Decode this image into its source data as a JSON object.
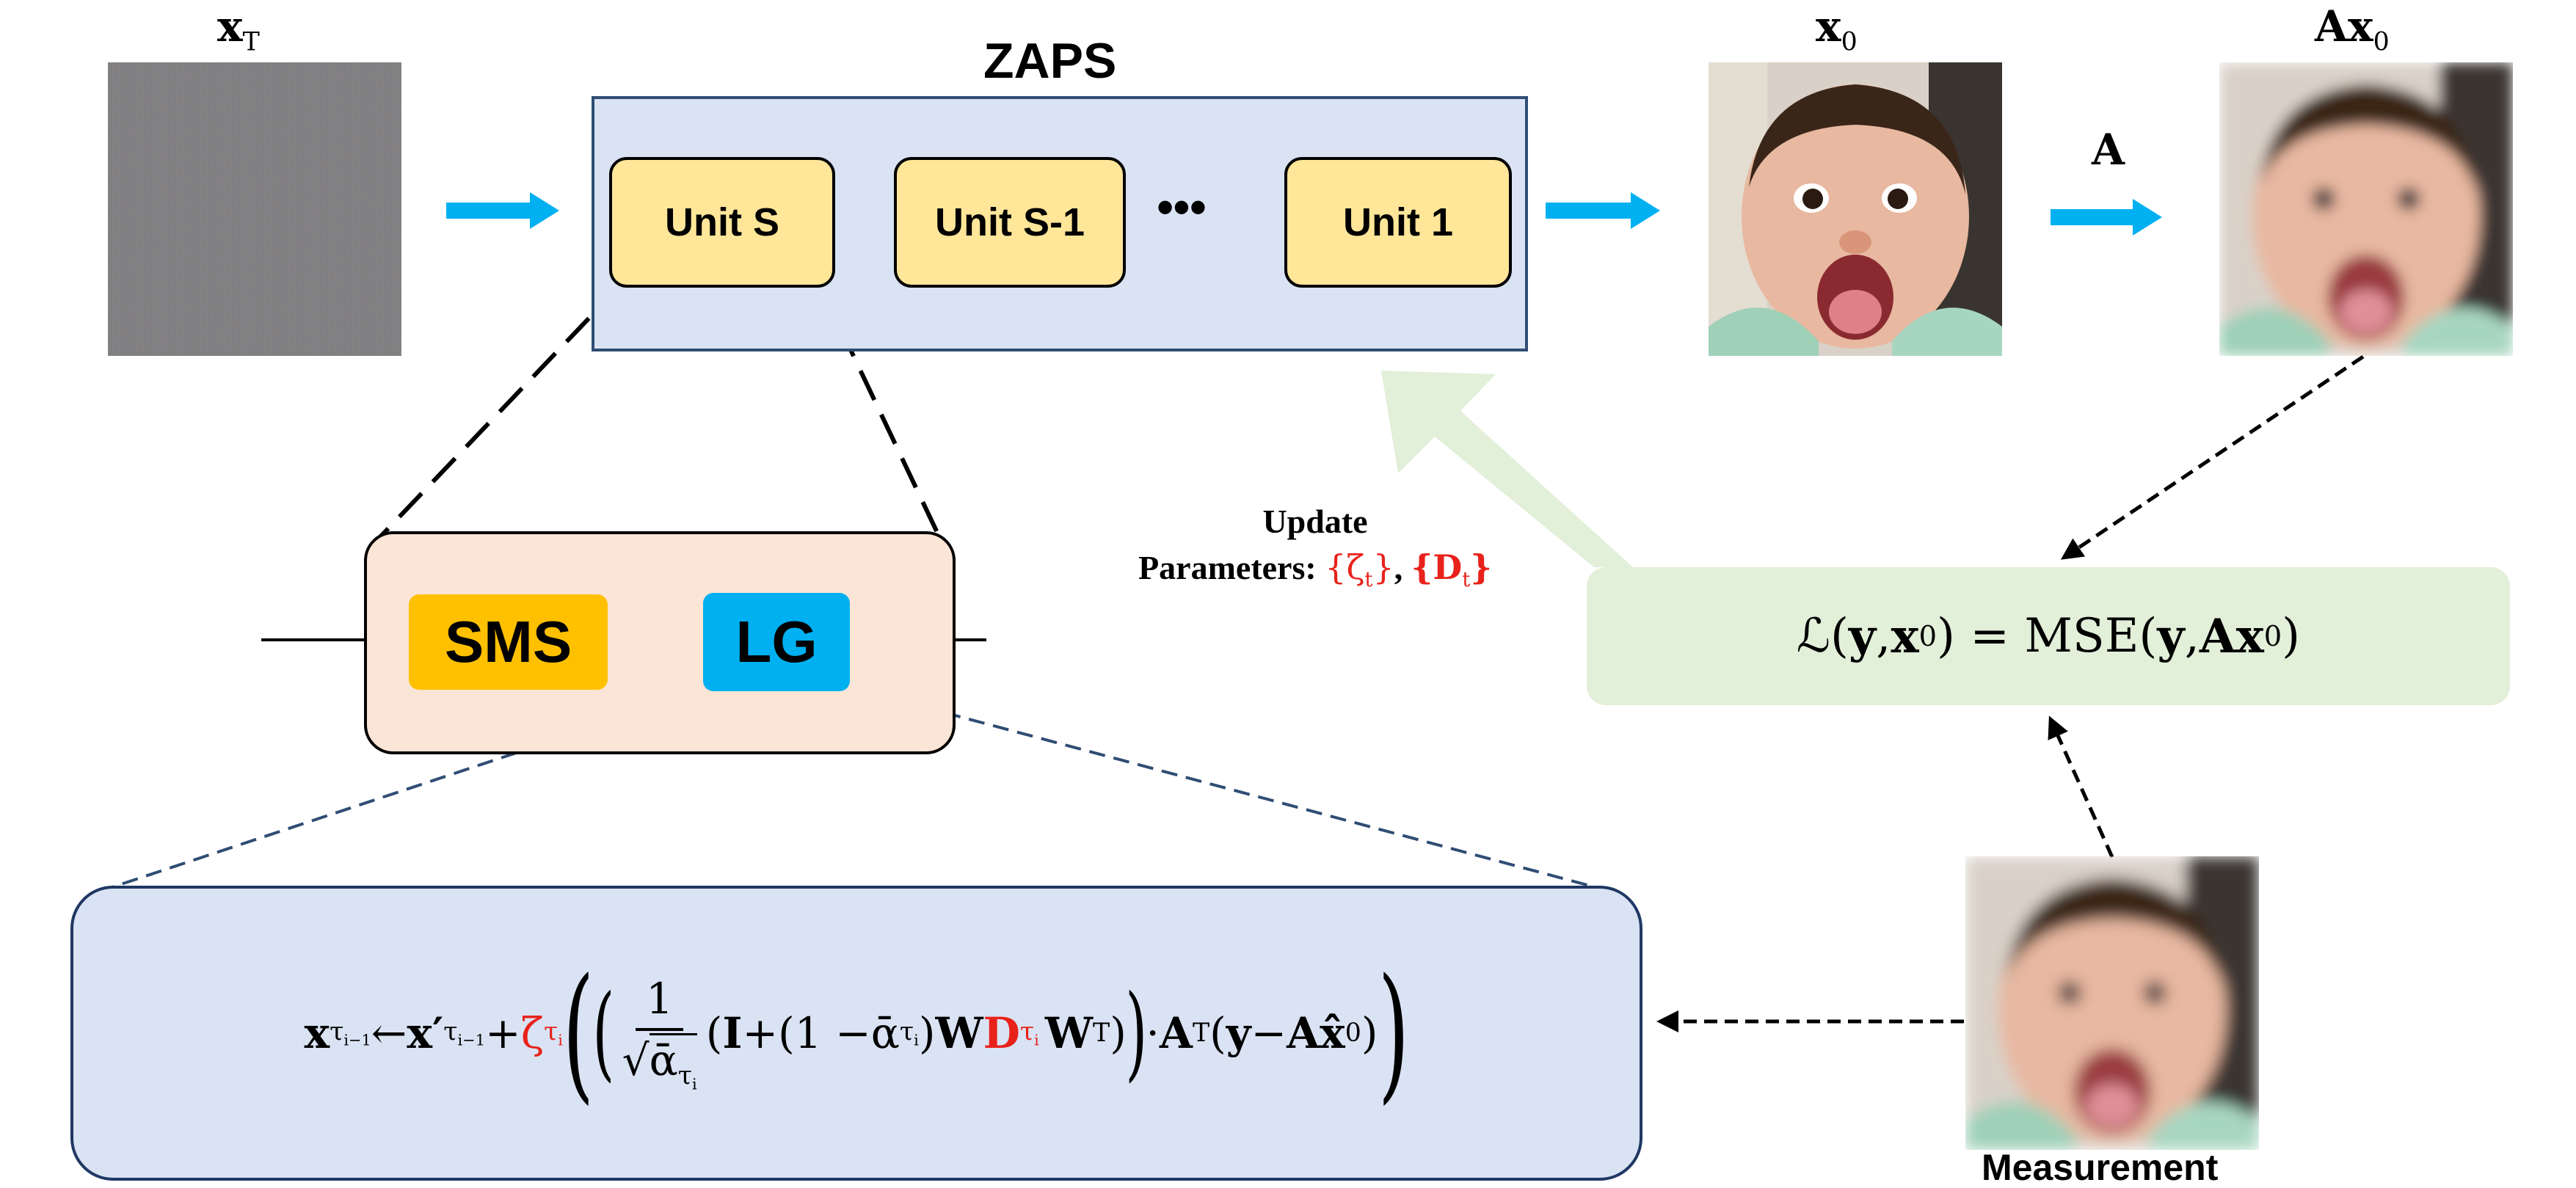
{
  "labels": {
    "x_T": "x",
    "x_T_sub": "T",
    "zaps_title": "ZAPS",
    "x_0": "x",
    "x_0_sub": "0",
    "Ax_0": "Ax",
    "Ax_0_sub": "0",
    "A": "A",
    "measurement": "Measurement"
  },
  "units": {
    "unit_s": "Unit S",
    "unit_s_minus_1": "Unit S-1",
    "ellipsis": "•••",
    "unit_1": "Unit 1"
  },
  "detail": {
    "sms": "SMS",
    "lg": "LG"
  },
  "update": {
    "line1": "Update",
    "line2": "Parameters: ",
    "zeta": "{ζ",
    "zeta_sub": "t",
    "zeta_close": "}",
    "comma": ", ",
    "D": "{D",
    "D_sub": "t",
    "D_close": "}"
  },
  "loss": {
    "L": "ℒ(",
    "y": "y",
    "sep": ", ",
    "x": "x",
    "x_sub": "0",
    "eq": ") = MSE(",
    "y2": "y",
    "sep2": ", ",
    "Ax": "Ax",
    "Ax_sub": "0",
    "close": ")"
  },
  "formula": {
    "lhs": "x",
    "lhs_sub": "τ",
    "lhs_subsub": "i−1",
    "arrow": " ← ",
    "xprime": "x′",
    "xprime_sub": "τ",
    "xprime_subsub": "i−1",
    "plus": " + ",
    "zeta": "ζ",
    "zeta_sub": "τ",
    "zeta_subsub": "i",
    "one": "1",
    "sqrt": "√",
    "alphabar": "ᾱ",
    "alpha_sub": "τ",
    "alpha_subsub": "i",
    "open": "(",
    "I": "I",
    "plus2": " + ",
    "one_minus": "(1 − ",
    "alphabar2": "ᾱ",
    "alpha2_sub": "τ",
    "alpha2_subsub": "i",
    "close_inner": ")",
    "W": "W",
    "D": "D",
    "D_sub": "τ",
    "D_subsub": "i",
    "WT": "W",
    "WT_sup": "T",
    "close": ")",
    "dot": " · ",
    "AT": "A",
    "AT_sup": "T",
    "paren_open": "(",
    "y": "y",
    "minus": " − ",
    "Ahat": "A",
    "xhat": "x̂",
    "xhat_sub": "0",
    "paren_close": ")"
  },
  "colors": {
    "zaps_fill": "#dae3f3",
    "unit_fill": "#ffe699",
    "sms_fill": "#ffc000",
    "lg_fill": "#00b0f0",
    "detail_fill": "#fbe5d6",
    "loss_fill": "#e2efd9",
    "flow_arrow": "#00b0f0",
    "chain_arrow": "#00b050",
    "update_arrow": "#e2efd9",
    "highlight": "#e8221b"
  }
}
